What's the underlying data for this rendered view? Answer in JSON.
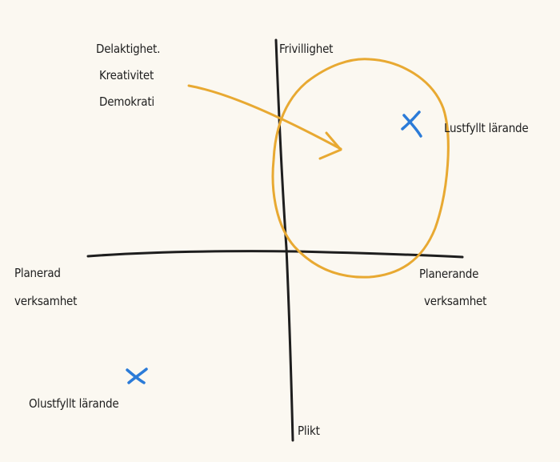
{
  "axes": {
    "top_label": "Frivillighet",
    "bottom_label": "Plikt",
    "left_label_line1": "Planerad",
    "left_label_line2": "verksamhet",
    "right_label_line1": "Planerande",
    "right_label_line2": "verksamhet"
  },
  "annotation": {
    "line1": "Delaktighet.",
    "line2": "Kreativitet",
    "line3": "Demokrati"
  },
  "markers": {
    "positive_label": "Lustfyllt lärande",
    "negative_label": "Olustfyllt lärande"
  },
  "colors": {
    "ink": "#1e1e1e",
    "highlight": "#e8a932",
    "marker": "#2b7bd8",
    "background": "#fbf8f1"
  }
}
